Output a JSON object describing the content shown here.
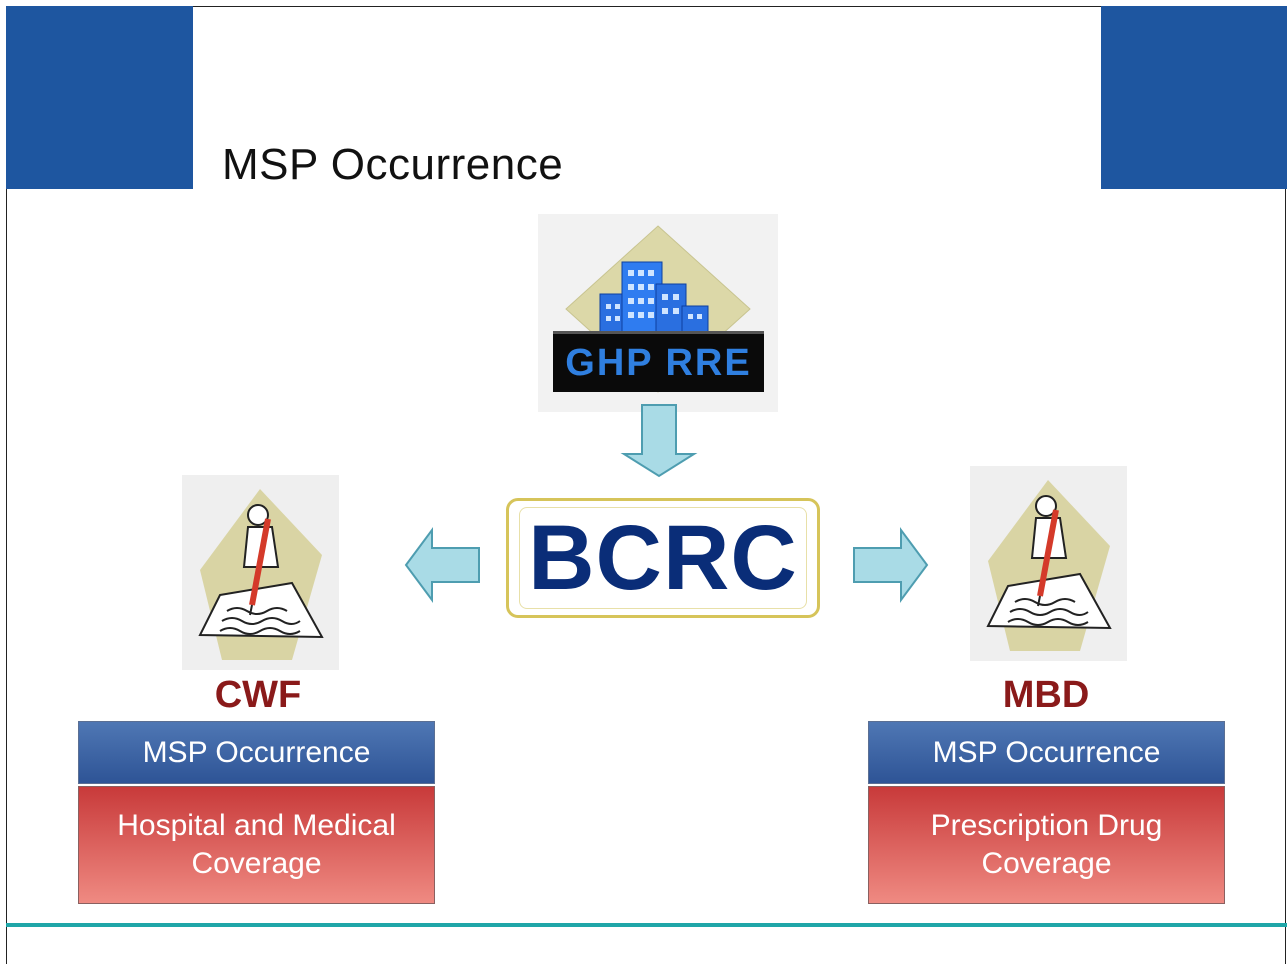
{
  "slide": {
    "title": "MSP Occurrence"
  },
  "source": {
    "label": "GHP RRE",
    "icon": "office-building-icon"
  },
  "center": {
    "label": "BCRC"
  },
  "left_system": {
    "name": "CWF",
    "icon": "document-writer-icon",
    "record_label": "MSP Occurrence",
    "coverage_label": "Hospital and Medical Coverage"
  },
  "right_system": {
    "name": "MBD",
    "icon": "document-writer-icon",
    "record_label": "MSP Occurrence",
    "coverage_label": "Prescription Drug Coverage"
  },
  "colors": {
    "brand_blue": "#1e56a0",
    "arrow_fill": "#a9dbe6",
    "system_label": "#8a1a1a",
    "record_box": "#2e5496",
    "coverage_box": "#c83a3a",
    "footer_line": "#1fa6a8"
  }
}
